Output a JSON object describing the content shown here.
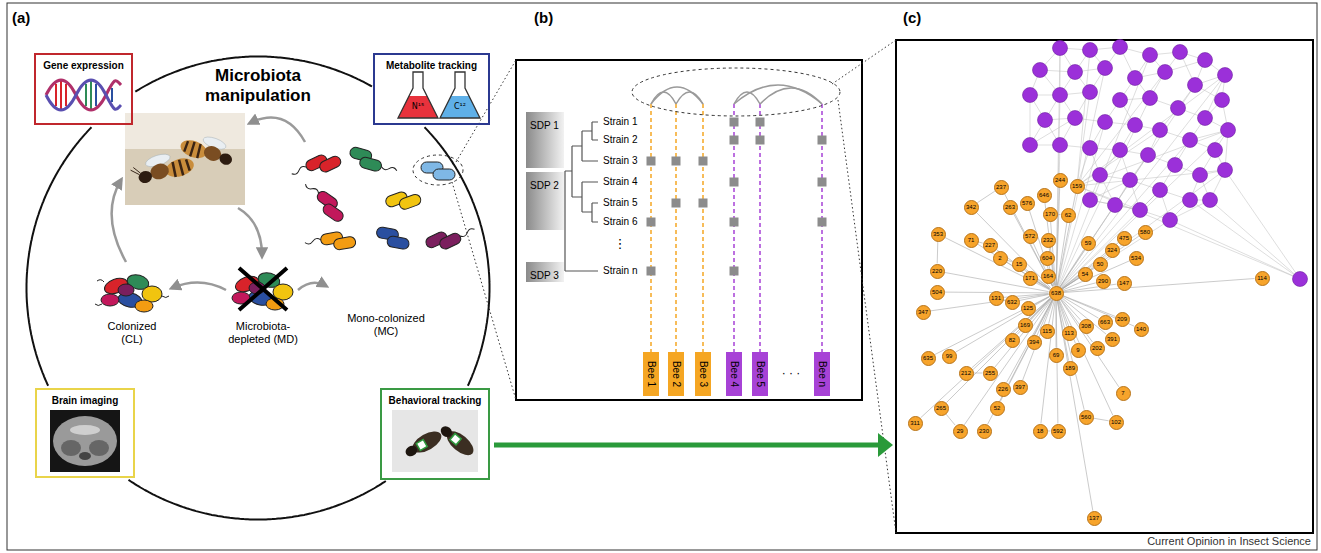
{
  "diagram": {
    "nodes": [
      {
        "text": [
          "Microbiota manipulation"
        ]
      },
      {
        "text": [
          "Gene expression"
        ]
      },
      {
        "text": [
          "Metabolite tracking"
        ]
      },
      {
        "text": [
          "Brain imaging"
        ]
      },
      {
        "text": [
          "Behavioral tracking"
        ]
      },
      {
        "text": [
          "SDP 1"
        ]
      },
      {
        "text": [
          "SDP 2"
        ]
      },
      {
        "text": [
          "SDP 3"
        ]
      },
      {
        "text": [
          "Bee 1"
        ]
      },
      {
        "text": [
          "Bee 2"
        ]
      },
      {
        "text": [
          "Bee 3"
        ]
      },
      {
        "text": [
          "Bee 4"
        ]
      },
      {
        "text": [
          "Bee 5"
        ]
      },
      {
        "text": [
          "Bee n"
        ]
      },
      {
        "text": [
          "237"
        ]
      },
      {
        "text": [
          "244"
        ]
      },
      {
        "text": [
          "159"
        ]
      },
      {
        "text": [
          "646"
        ]
      },
      {
        "text": [
          "576"
        ]
      },
      {
        "text": [
          "342"
        ]
      },
      {
        "text": [
          "263"
        ]
      },
      {
        "text": [
          "170"
        ]
      },
      {
        "text": [
          "62"
        ]
      },
      {
        "text": [
          "353"
        ]
      },
      {
        "text": [
          "572"
        ]
      },
      {
        "text": [
          "580"
        ]
      },
      {
        "text": [
          "475"
        ]
      },
      {
        "text": [
          "71"
        ]
      },
      {
        "text": [
          "232"
        ]
      },
      {
        "text": [
          "59"
        ]
      },
      {
        "text": [
          "227"
        ]
      },
      {
        "text": [
          "324"
        ]
      },
      {
        "text": [
          "2"
        ]
      },
      {
        "text": [
          "604"
        ]
      },
      {
        "text": [
          "534"
        ]
      },
      {
        "text": [
          "15"
        ]
      },
      {
        "text": [
          "50"
        ]
      },
      {
        "text": [
          "220"
        ]
      },
      {
        "text": [
          "54"
        ]
      },
      {
        "text": [
          "164"
        ]
      },
      {
        "text": [
          "171"
        ]
      },
      {
        "text": [
          "114"
        ]
      },
      {
        "text": [
          "290"
        ]
      },
      {
        "text": [
          "147"
        ]
      },
      {
        "text": [
          "504"
        ]
      },
      {
        "text": [
          "638"
        ]
      },
      {
        "text": [
          "131"
        ]
      },
      {
        "text": [
          "632"
        ]
      },
      {
        "text": [
          "125"
        ]
      },
      {
        "text": [
          "347"
        ]
      },
      {
        "text": [
          "209"
        ]
      },
      {
        "text": [
          "663"
        ]
      },
      {
        "text": [
          "169"
        ]
      },
      {
        "text": [
          "308"
        ]
      },
      {
        "text": [
          "140"
        ]
      },
      {
        "text": [
          "115"
        ]
      },
      {
        "text": [
          "113"
        ]
      },
      {
        "text": [
          "391"
        ]
      },
      {
        "text": [
          "82"
        ]
      },
      {
        "text": [
          "394"
        ]
      },
      {
        "text": [
          "202"
        ]
      },
      {
        "text": [
          "9"
        ]
      },
      {
        "text": [
          "69"
        ]
      },
      {
        "text": [
          "99"
        ]
      },
      {
        "text": [
          "635"
        ]
      },
      {
        "text": [
          "189"
        ]
      },
      {
        "text": [
          "212"
        ]
      },
      {
        "text": [
          "255"
        ]
      },
      {
        "text": [
          "397"
        ]
      },
      {
        "text": [
          "226"
        ]
      },
      {
        "text": [
          "7"
        ]
      },
      {
        "text": [
          "265"
        ]
      },
      {
        "text": [
          "52"
        ]
      },
      {
        "text": [
          "560"
        ]
      },
      {
        "text": [
          "102"
        ]
      },
      {
        "text": [
          "311"
        ]
      },
      {
        "text": [
          "29"
        ]
      },
      {
        "text": [
          "230"
        ]
      },
      {
        "text": [
          "18"
        ]
      },
      {
        "text": [
          "592"
        ]
      },
      {
        "text": [
          "137"
        ]
      }
    ],
    "edges": [
      {
        "from": 45,
        "to": 14,
        "arrow": "none"
      },
      {
        "from": 45,
        "to": 15,
        "arrow": "none"
      },
      {
        "from": 45,
        "to": 16,
        "arrow": "none"
      },
      {
        "from": 45,
        "to": 17,
        "arrow": "none"
      },
      {
        "from": 45,
        "to": 18,
        "arrow": "none"
      },
      {
        "from": 45,
        "to": 19,
        "arrow": "none"
      },
      {
        "from": 45,
        "to": 20,
        "arrow": "none"
      },
      {
        "from": 45,
        "to": 21,
        "arrow": "none"
      },
      {
        "from": 45,
        "to": 22,
        "arrow": "none"
      },
      {
        "from": 45,
        "to": 23,
        "arrow": "none"
      },
      {
        "from": 45,
        "to": 24,
        "arrow": "none"
      },
      {
        "from": 45,
        "to": 25,
        "arrow": "none"
      },
      {
        "from": 45,
        "to": 26,
        "arrow": "none"
      },
      {
        "from": 45,
        "to": 27,
        "arrow": "none"
      },
      {
        "from": 45,
        "to": 28,
        "arrow": "none"
      },
      {
        "from": 45,
        "to": 29,
        "arrow": "none"
      },
      {
        "from": 45,
        "to": 30,
        "arrow": "none"
      },
      {
        "from": 45,
        "to": 31,
        "arrow": "none"
      },
      {
        "from": 45,
        "to": 32,
        "arrow": "none"
      },
      {
        "from": 45,
        "to": 33,
        "arrow": "none"
      },
      {
        "from": 45,
        "to": 34,
        "arrow": "none"
      },
      {
        "from": 45,
        "to": 35,
        "arrow": "none"
      },
      {
        "from": 45,
        "to": 36,
        "arrow": "none"
      },
      {
        "from": 45,
        "to": 37,
        "arrow": "none"
      },
      {
        "from": 45,
        "to": 38,
        "arrow": "none"
      },
      {
        "from": 45,
        "to": 39,
        "arrow": "none"
      },
      {
        "from": 45,
        "to": 40,
        "arrow": "none"
      },
      {
        "from": 45,
        "to": 41,
        "arrow": "none"
      },
      {
        "from": 45,
        "to": 42,
        "arrow": "none"
      },
      {
        "from": 45,
        "to": 43,
        "arrow": "none"
      },
      {
        "from": 45,
        "to": 44,
        "arrow": "none"
      },
      {
        "from": 45,
        "to": 46,
        "arrow": "none"
      },
      {
        "from": 45,
        "to": 47,
        "arrow": "none"
      },
      {
        "from": 45,
        "to": 48,
        "arrow": "none"
      },
      {
        "from": 45,
        "to": 49,
        "arrow": "none"
      },
      {
        "from": 45,
        "to": 50,
        "arrow": "none"
      },
      {
        "from": 45,
        "to": 51,
        "arrow": "none"
      },
      {
        "from": 45,
        "to": 52,
        "arrow": "none"
      },
      {
        "from": 45,
        "to": 53,
        "arrow": "none"
      },
      {
        "from": 45,
        "to": 54,
        "arrow": "none"
      },
      {
        "from": 45,
        "to": 55,
        "arrow": "none"
      },
      {
        "from": 45,
        "to": 56,
        "arrow": "none"
      },
      {
        "from": 45,
        "to": 57,
        "arrow": "none"
      },
      {
        "from": 45,
        "to": 58,
        "arrow": "none"
      },
      {
        "from": 45,
        "to": 59,
        "arrow": "none"
      },
      {
        "from": 45,
        "to": 60,
        "arrow": "none"
      },
      {
        "from": 45,
        "to": 61,
        "arrow": "none"
      },
      {
        "from": 45,
        "to": 62,
        "arrow": "none"
      },
      {
        "from": 45,
        "to": 63,
        "arrow": "none"
      },
      {
        "from": 45,
        "to": 64,
        "arrow": "none"
      },
      {
        "from": 45,
        "to": 65,
        "arrow": "none"
      },
      {
        "from": 45,
        "to": 66,
        "arrow": "none"
      },
      {
        "from": 45,
        "to": 67,
        "arrow": "none"
      },
      {
        "from": 45,
        "to": 68,
        "arrow": "none"
      },
      {
        "from": 45,
        "to": 69,
        "arrow": "none"
      },
      {
        "from": 45,
        "to": 70,
        "arrow": "none"
      },
      {
        "from": 45,
        "to": 71,
        "arrow": "none"
      },
      {
        "from": 45,
        "to": 72,
        "arrow": "none"
      },
      {
        "from": 45,
        "to": 73,
        "arrow": "none"
      },
      {
        "from": 45,
        "to": 74,
        "arrow": "none"
      },
      {
        "from": 45,
        "to": 75,
        "arrow": "none"
      },
      {
        "from": 45,
        "to": 76,
        "arrow": "none"
      },
      {
        "from": 45,
        "to": 77,
        "arrow": "none"
      },
      {
        "from": 45,
        "to": 78,
        "arrow": "none"
      },
      {
        "from": 45,
        "to": 79,
        "arrow": "none"
      },
      {
        "from": 45,
        "to": 80,
        "arrow": "none"
      },
      {
        "from": 30,
        "to": 27,
        "arrow": "none"
      },
      {
        "from": 46,
        "to": 47,
        "arrow": "none"
      },
      {
        "from": 78,
        "to": 79,
        "arrow": "none"
      },
      {
        "from": 73,
        "to": 74,
        "arrow": "none"
      },
      {
        "from": 19,
        "to": 14,
        "arrow": "none"
      },
      {
        "from": 23,
        "to": 37,
        "arrow": "none"
      },
      {
        "from": 66,
        "to": 67,
        "arrow": "none"
      },
      {
        "from": 71,
        "to": 76,
        "arrow": "none"
      },
      {
        "from": 32,
        "to": 35,
        "arrow": "none"
      },
      {
        "from": 21,
        "to": 22,
        "arrow": "none"
      }
    ],
    "labels": [
      "(a)",
      "(b)",
      "(c)",
      "N¹⁵",
      "C¹²",
      "Colonized (CL)",
      "Microbiota- depleted (MD)",
      "Mono-colonized (MC)",
      "Strain 1",
      "Strain 2",
      "Strain 3",
      "Strain 4",
      "Strain 5",
      "Strain 6",
      "⋮",
      "Strain n",
      "· · ·",
      "Current Opinion in Insect Science"
    ]
  }
}
